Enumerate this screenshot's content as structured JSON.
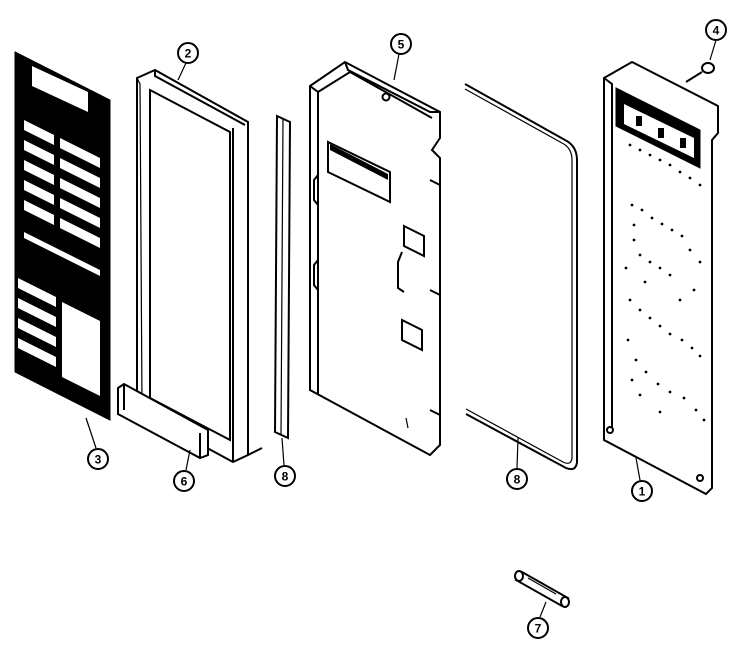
{
  "diagram": {
    "callouts": [
      {
        "id": "callout-1",
        "label": "1"
      },
      {
        "id": "callout-2",
        "label": "2"
      },
      {
        "id": "callout-3",
        "label": "3"
      },
      {
        "id": "callout-4",
        "label": "4"
      },
      {
        "id": "callout-5",
        "label": "5"
      },
      {
        "id": "callout-6",
        "label": "6"
      },
      {
        "id": "callout-7",
        "label": "7"
      },
      {
        "id": "callout-8a",
        "label": "8"
      },
      {
        "id": "callout-8b",
        "label": "8"
      }
    ]
  }
}
